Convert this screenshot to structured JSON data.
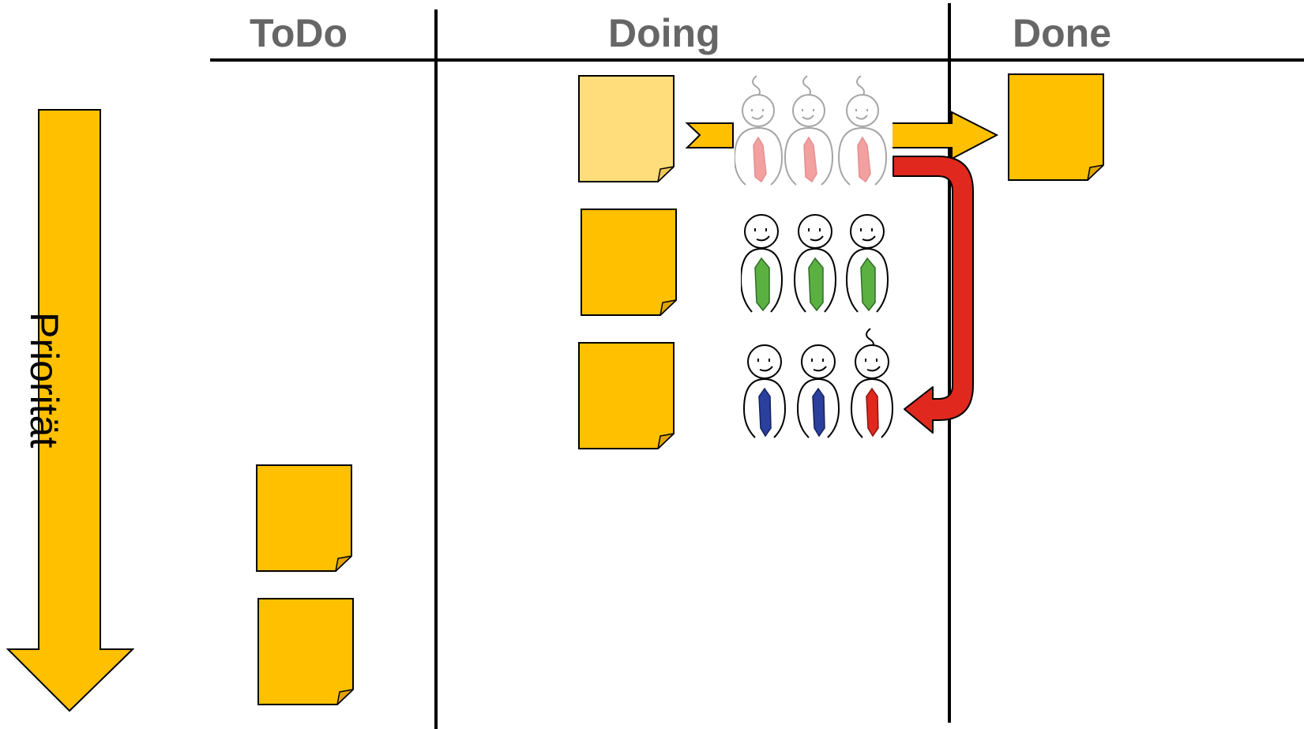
{
  "columns": [
    {
      "key": "todo",
      "label": "ToDo"
    },
    {
      "key": "doing",
      "label": "Doing"
    },
    {
      "key": "done",
      "label": "Done"
    }
  ],
  "priority": {
    "label": "Priorität"
  },
  "colors": {
    "note": "#FFC000",
    "note_faded": "#FFDD7A",
    "arrow": "#FFC000",
    "return_arrow": "#E0281E",
    "header_text": "#666666",
    "line": "#000000",
    "tie_faded": "#F2A0A0",
    "tie_green": "#5BB042",
    "tie_blue": "#2B3F9C",
    "tie_red": "#E0281E"
  },
  "icons": {
    "note": "sticky-note-icon",
    "person": "stick-figure-icon"
  }
}
